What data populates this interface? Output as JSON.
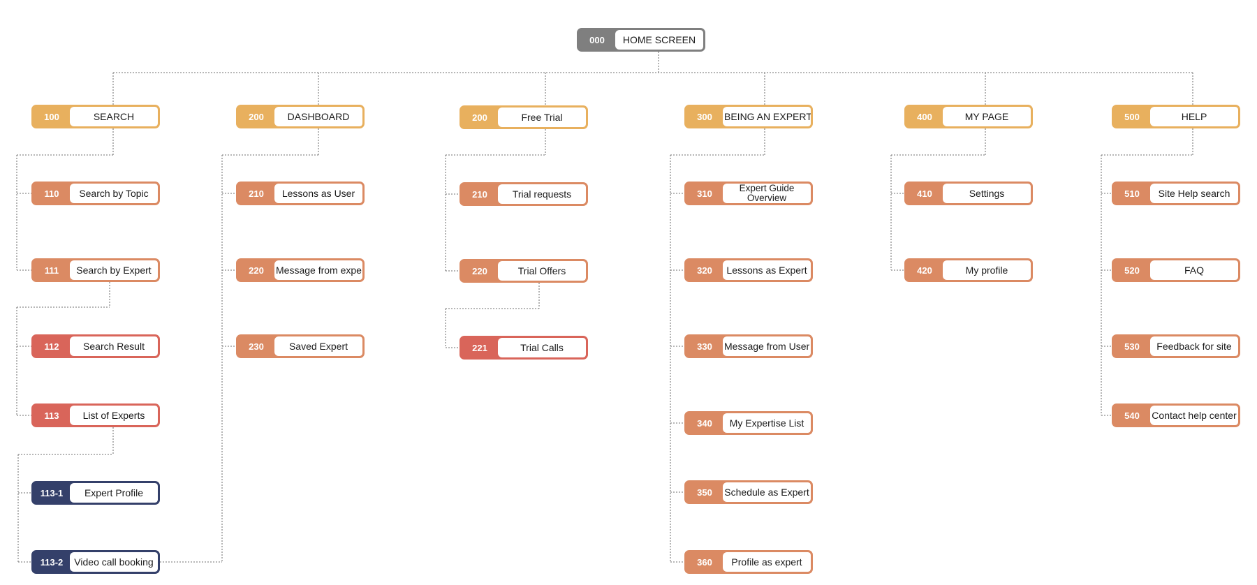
{
  "colors": {
    "root": "#7f7f7f",
    "level1": "#e8b05e",
    "level2": "#db8a63",
    "level3": "#d9655a",
    "level4": "#34406a",
    "connector": "#8c8c8c"
  },
  "root": {
    "code": "000",
    "label": "HOME SCREEN"
  },
  "columns": [
    {
      "head": {
        "code": "100",
        "label": "SEARCH"
      },
      "items": [
        {
          "code": "110",
          "label": "Search by Topic",
          "level": "level2"
        },
        {
          "code": "111",
          "label": "Search by Expert",
          "level": "level2"
        },
        {
          "code": "112",
          "label": "Search Result",
          "level": "level3"
        },
        {
          "code": "113",
          "label": "List of Experts",
          "level": "level3"
        },
        {
          "code": "113-1",
          "label": "Expert Profile",
          "level": "level4"
        },
        {
          "code": "113-2",
          "label": "Video call booking",
          "level": "level4"
        }
      ]
    },
    {
      "head": {
        "code": "200",
        "label": "DASHBOARD"
      },
      "items": [
        {
          "code": "210",
          "label": "Lessons as User",
          "level": "level2"
        },
        {
          "code": "220",
          "label": "Message from expert",
          "level": "level2"
        },
        {
          "code": "230",
          "label": "Saved Expert",
          "level": "level2"
        }
      ]
    },
    {
      "head": {
        "code": "200",
        "label": "Free Trial"
      },
      "items": [
        {
          "code": "210",
          "label": "Trial requests",
          "level": "level2"
        },
        {
          "code": "220",
          "label": "Trial Offers",
          "level": "level2"
        },
        {
          "code": "221",
          "label": "Trial Calls",
          "level": "level3"
        }
      ]
    },
    {
      "head": {
        "code": "300",
        "label": "BEING AN EXPERT"
      },
      "items": [
        {
          "code": "310",
          "label": "Expert Guide Overview",
          "level": "level2"
        },
        {
          "code": "320",
          "label": "Lessons as Expert",
          "level": "level2"
        },
        {
          "code": "330",
          "label": "Message from User",
          "level": "level2"
        },
        {
          "code": "340",
          "label": "My Expertise List",
          "level": "level2"
        },
        {
          "code": "350",
          "label": "Schedule as Expert",
          "level": "level2"
        },
        {
          "code": "360",
          "label": "Profile as expert",
          "level": "level2"
        }
      ]
    },
    {
      "head": {
        "code": "400",
        "label": "MY PAGE"
      },
      "items": [
        {
          "code": "410",
          "label": "Settings",
          "level": "level2"
        },
        {
          "code": "420",
          "label": "My profile",
          "level": "level2"
        }
      ]
    },
    {
      "head": {
        "code": "500",
        "label": "HELP"
      },
      "items": [
        {
          "code": "510",
          "label": "Site Help search",
          "level": "level2"
        },
        {
          "code": "520",
          "label": "FAQ",
          "level": "level2"
        },
        {
          "code": "530",
          "label": "Feedback for site",
          "level": "level2"
        },
        {
          "code": "540",
          "label": "Contact help center",
          "level": "level2"
        }
      ]
    }
  ]
}
